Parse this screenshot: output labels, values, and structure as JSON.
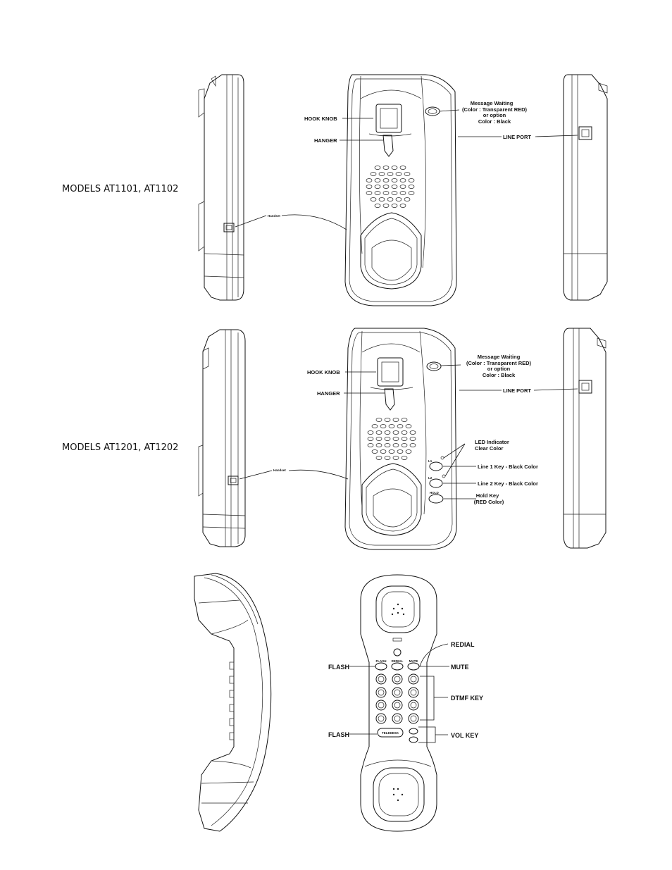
{
  "models": {
    "top": "MODELS AT1101, AT1102",
    "middle": "MODELS AT1201, AT1202"
  },
  "top_unit": {
    "hook_knob": "HOOK KNOB",
    "hanger": "HANGER",
    "handset": "Handset",
    "message_waiting": [
      "Message Waiting",
      "(Color : Transparent RED)",
      "or option",
      "Color : Black"
    ],
    "line_port": "LINE PORT"
  },
  "middle_unit": {
    "hook_knob": "HOOK KNOB",
    "hanger": "HANGER",
    "handset": "Handset",
    "message_waiting": [
      "Message Waiting",
      "(Color : Transparent RED)",
      "or option",
      "Color : Black"
    ],
    "line_port": "LINE PORT",
    "led_indicator": [
      "LED Indicator",
      "Clear Color"
    ],
    "line1_key": "Line 1 Key - Black Color",
    "line2_key": "Line 2 Key - Black Color",
    "hold_key": [
      "Hold Key",
      "(RED Color)"
    ],
    "key_marks": [
      "L1",
      "L2",
      "HOLD"
    ]
  },
  "handset": {
    "redial": "REDIAL",
    "flash_top": "FLASH",
    "mute": "MUTE",
    "dtmf_key": "DTMF KEY",
    "flash_bottom": "FLASH",
    "vol_key": "VOL KEY",
    "key_caps": [
      "FLASH",
      "REDIAL",
      "MUTE"
    ],
    "bottom_key": "TELEDESK"
  }
}
